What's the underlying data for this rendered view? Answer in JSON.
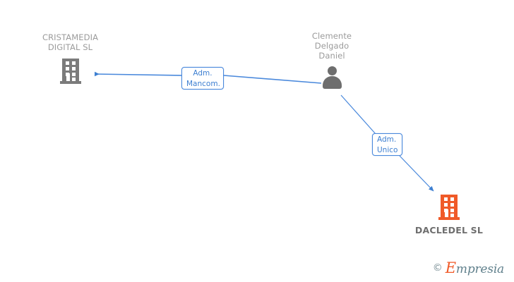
{
  "diagram": {
    "type": "corporate-relationship-graph",
    "background_color": "#ffffff",
    "edge_color": "#4a89dc",
    "nodes": [
      {
        "id": "cristamedia",
        "kind": "company",
        "label": "CRISTAMEDIA\nDIGITAL SL",
        "label_position": "above",
        "icon": "building-icon",
        "icon_color": "#7b7b7b"
      },
      {
        "id": "clemente",
        "kind": "person",
        "label": "Clemente\nDelgado\nDaniel",
        "label_position": "above",
        "icon": "person-icon",
        "icon_color": "#6e6e6e"
      },
      {
        "id": "dacledel",
        "kind": "company",
        "label": "DACLEDEL SL",
        "label_position": "below",
        "icon": "building-icon",
        "icon_color": "#f05a28"
      }
    ],
    "edges": [
      {
        "id": "edge-mancom",
        "from": "clemente",
        "to": "cristamedia",
        "label": "Adm.\nMancom.",
        "label_align": "center",
        "arrow": "to"
      },
      {
        "id": "edge-unico",
        "from": "clemente",
        "to": "dacledel",
        "label": "Adm.\nUnico",
        "label_align": "left",
        "arrow": "to"
      }
    ]
  },
  "watermark": {
    "copyright_symbol": "©",
    "brand_initial": "E",
    "brand_rest": "mpresia"
  }
}
